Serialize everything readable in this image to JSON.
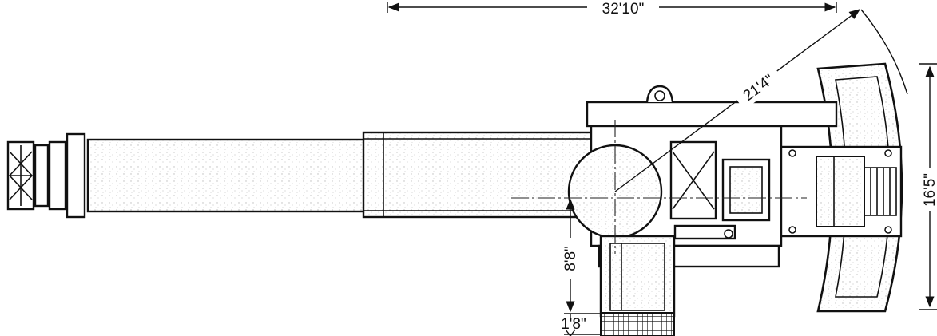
{
  "dimensions": {
    "overall_length": "32'10\"",
    "swing_radius": "21'4\"",
    "width": "16'5\"",
    "offset": "8'8\"",
    "step": "1'8\""
  },
  "colors": {
    "ink": "#111111",
    "shade": "#cfcfcf",
    "paper": "#ffffff"
  }
}
